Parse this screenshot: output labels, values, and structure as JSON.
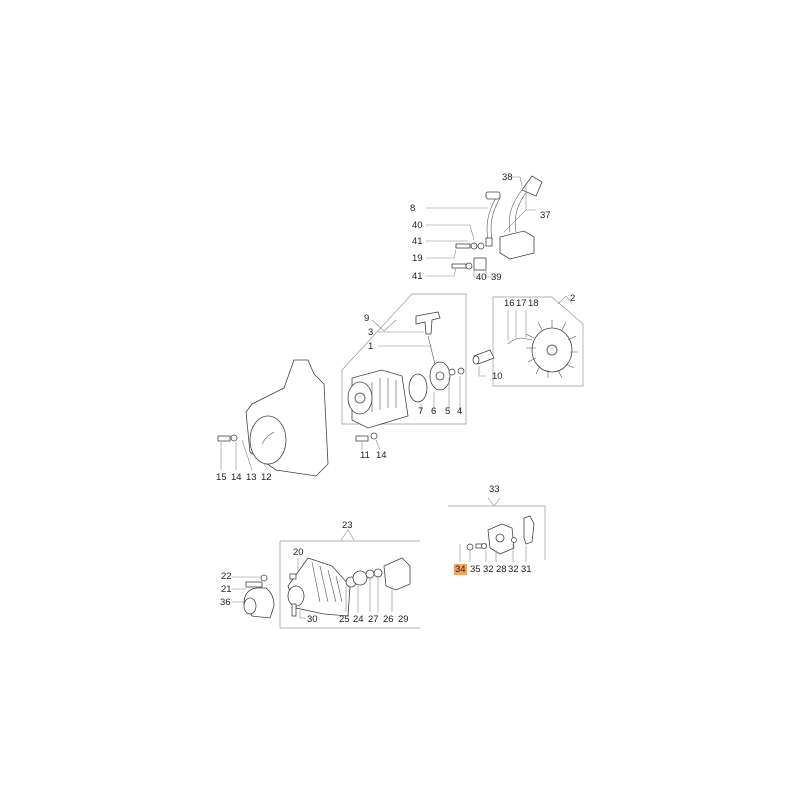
{
  "diagram": {
    "type": "exploded-parts-diagram",
    "highlight_color": "#f4a460",
    "highlighted_part": "34",
    "groups": [
      {
        "id": "ignition",
        "labels": [
          "38",
          "8",
          "37",
          "40",
          "41",
          "19",
          "41",
          "40",
          "39"
        ]
      },
      {
        "id": "starter",
        "assembly": "9",
        "labels": [
          "3",
          "1",
          "7",
          "6",
          "5",
          "4"
        ]
      },
      {
        "id": "flywheel",
        "assembly": "2",
        "labels": [
          "16",
          "17",
          "18"
        ]
      },
      {
        "id": "shaft",
        "labels": [
          "10"
        ]
      },
      {
        "id": "housing",
        "labels": [
          "15",
          "14",
          "13",
          "12"
        ]
      },
      {
        "id": "starter-screws",
        "labels": [
          "11",
          "14"
        ]
      },
      {
        "id": "clutch",
        "assembly": "33",
        "labels": [
          "34",
          "35",
          "32",
          "28",
          "32",
          "31"
        ]
      },
      {
        "id": "drum",
        "assembly": "23",
        "labels": [
          "20",
          "25",
          "24",
          "27",
          "26",
          "29"
        ]
      },
      {
        "id": "hub",
        "labels": [
          "22",
          "21",
          "36",
          "30"
        ]
      }
    ],
    "labels": {
      "l38": "38",
      "l8": "8",
      "l37": "37",
      "l40a": "40",
      "l41a": "41",
      "l19": "19",
      "l41b": "41",
      "l40b": "40",
      "l39": "39",
      "l9": "9",
      "l3": "3",
      "l1": "1",
      "l7": "7",
      "l6": "6",
      "l5": "5",
      "l4": "4",
      "l2": "2",
      "l16": "16",
      "l17": "17",
      "l18": "18",
      "l10": "10",
      "l15": "15",
      "l14a": "14",
      "l13": "13",
      "l12": "12",
      "l11": "11",
      "l14b": "14",
      "l33": "33",
      "l34": "34",
      "l35": "35",
      "l32a": "32",
      "l28": "28",
      "l32b": "32",
      "l31": "31",
      "l23": "23",
      "l20": "20",
      "l22": "22",
      "l21": "21",
      "l36": "36",
      "l30": "30",
      "l25": "25",
      "l24": "24",
      "l27": "27",
      "l26": "26",
      "l29": "29"
    }
  }
}
